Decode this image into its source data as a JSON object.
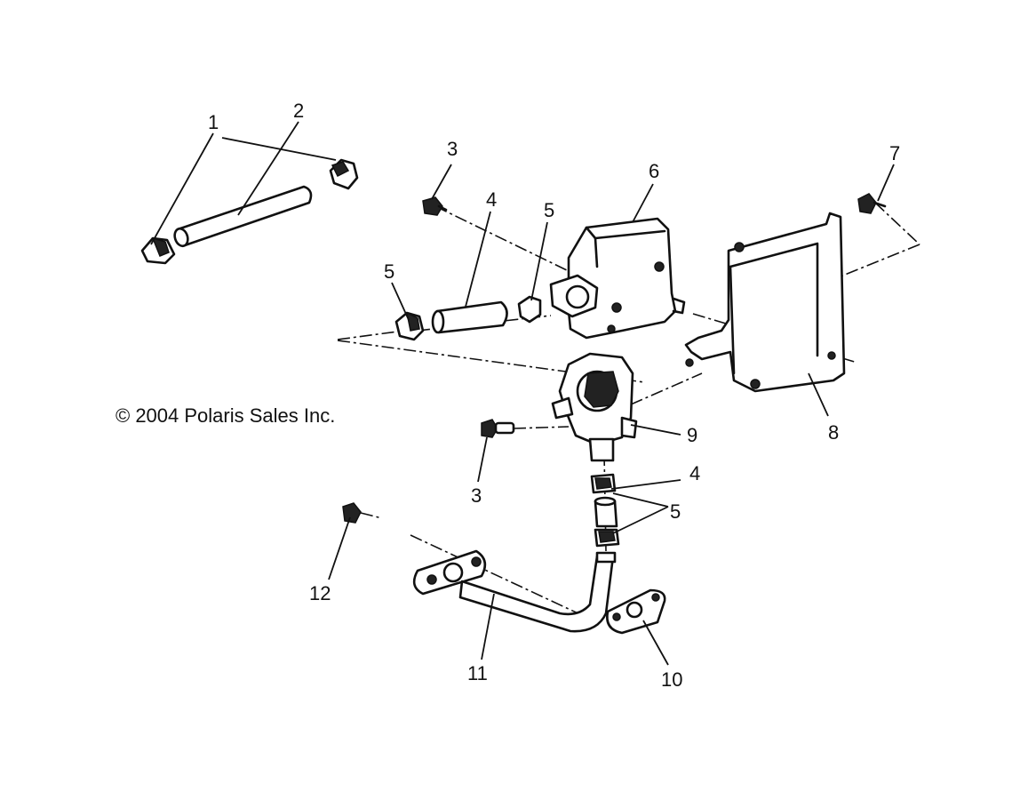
{
  "copyright": "© 2004 Polaris Sales Inc.",
  "callouts": {
    "c1": "1",
    "c2": "2",
    "c3a": "3",
    "c3b": "3",
    "c4a": "4",
    "c4b": "4",
    "c5a": "5",
    "c5b": "5",
    "c5c": "5",
    "c6": "6",
    "c7": "7",
    "c8": "8",
    "c9": "9",
    "c10": "10",
    "c11": "11",
    "c12": "12"
  }
}
